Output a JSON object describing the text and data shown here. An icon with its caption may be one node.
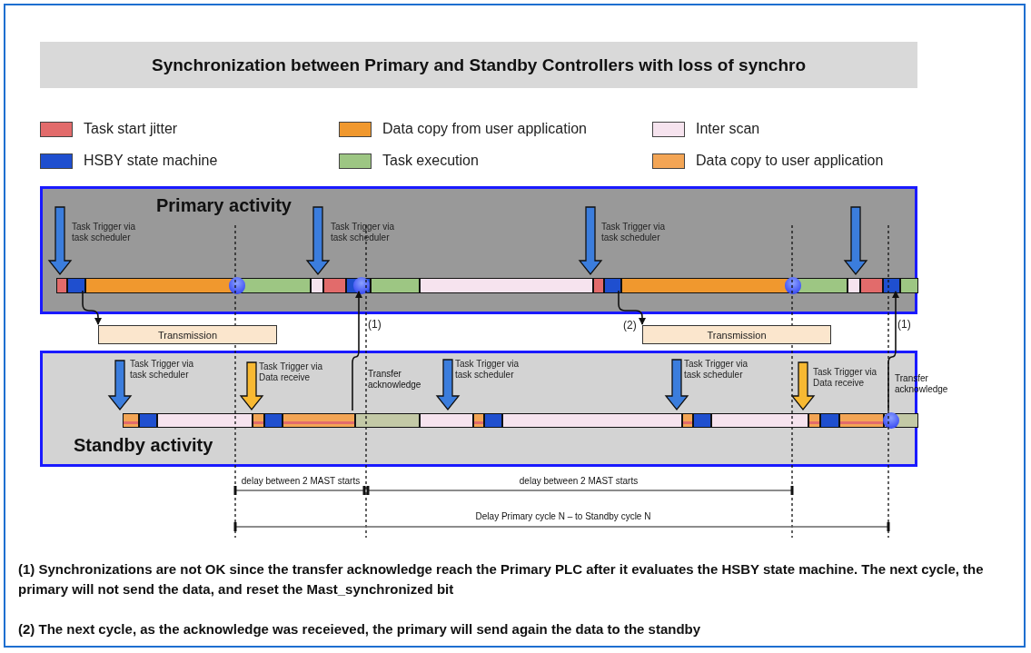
{
  "diagram": {
    "title": "Synchronization between Primary and Standby Controllers with loss of synchro",
    "nodes": [
      {
        "text": [
          "Primary activity"
        ]
      },
      {
        "text": [],
        "shape": "bar",
        "in": 0
      },
      {
        "text": [
          "Transmission"
        ]
      },
      {
        "text": [
          "Transmission"
        ]
      },
      {
        "text": [
          "Standby activity"
        ]
      },
      {
        "text": [],
        "shape": "bar",
        "in": 4
      }
    ],
    "edges": [
      {
        "from": null,
        "to": 1,
        "arrow": "to",
        "label": "Task Trigger via task scheduler",
        "style": "thick",
        "color": "#3b7ddd"
      },
      {
        "from": null,
        "to": 1,
        "arrow": "to",
        "label": "Task Trigger via task scheduler",
        "style": "thick",
        "color": "#3b7ddd"
      },
      {
        "from": null,
        "to": 1,
        "arrow": "to",
        "label": "Task Trigger via task scheduler",
        "style": "thick",
        "color": "#3b7ddd"
      },
      {
        "from": null,
        "to": 1,
        "arrow": "to",
        "style": "thick",
        "color": "#3b7ddd"
      },
      {
        "from": 1,
        "to": 2,
        "arrow": "to"
      },
      {
        "from": 1,
        "to": 3,
        "arrow": "to",
        "label": "(2)"
      },
      {
        "from": 5,
        "to": 1,
        "arrow": "to",
        "label": "(1)"
      },
      {
        "from": 5,
        "to": 1,
        "arrow": "to",
        "label": "(1)"
      },
      {
        "from": null,
        "to": 5,
        "arrow": "to",
        "label": "Task Trigger via task scheduler",
        "style": "thick",
        "color": "#3b7ddd"
      },
      {
        "from": null,
        "to": 5,
        "arrow": "to",
        "label": "Task Trigger via Data receive",
        "style": "thick",
        "color": "#f8b932"
      },
      {
        "from": null,
        "to": 5,
        "arrow": "to",
        "label": "Task Trigger via task scheduler",
        "style": "thick",
        "color": "#3b7ddd"
      },
      {
        "from": null,
        "to": 5,
        "arrow": "to",
        "label": "Task Trigger via task scheduler",
        "style": "thick",
        "color": "#3b7ddd"
      },
      {
        "from": null,
        "to": 5,
        "arrow": "to",
        "label": "Task Trigger via Data receive",
        "style": "thick",
        "color": "#f8b932"
      }
    ],
    "labels": [
      "Transfer acknowledge",
      "Transfer acknowledge",
      "delay between 2 MAST starts",
      "delay between 2 MAST starts",
      "Delay Primary cycle N – to Standby cycle N",
      "(1) Synchronizations are not OK since the transfer acknowledge reach the Primary PLC after it evaluates the HSBY state machine. The next cycle, the primary will not send the data, and reset the Mast_synchronized bit",
      "(2) The next cycle, as the acknowledge was receieved, the primary will send again the data to the standby"
    ],
    "legend": [
      {
        "text": "Task start jitter",
        "color": "#e26b6b"
      },
      {
        "text": "HSBY state machine",
        "color": "#1f4fcf"
      },
      {
        "text": "Data copy from user application",
        "color": "#f0982e"
      },
      {
        "text": "Task execution",
        "color": "#9dc683"
      },
      {
        "text": "Inter scan",
        "color": "#f6e3ee"
      },
      {
        "text": "Data copy to user application",
        "color": "#f3a555"
      }
    ]
  }
}
